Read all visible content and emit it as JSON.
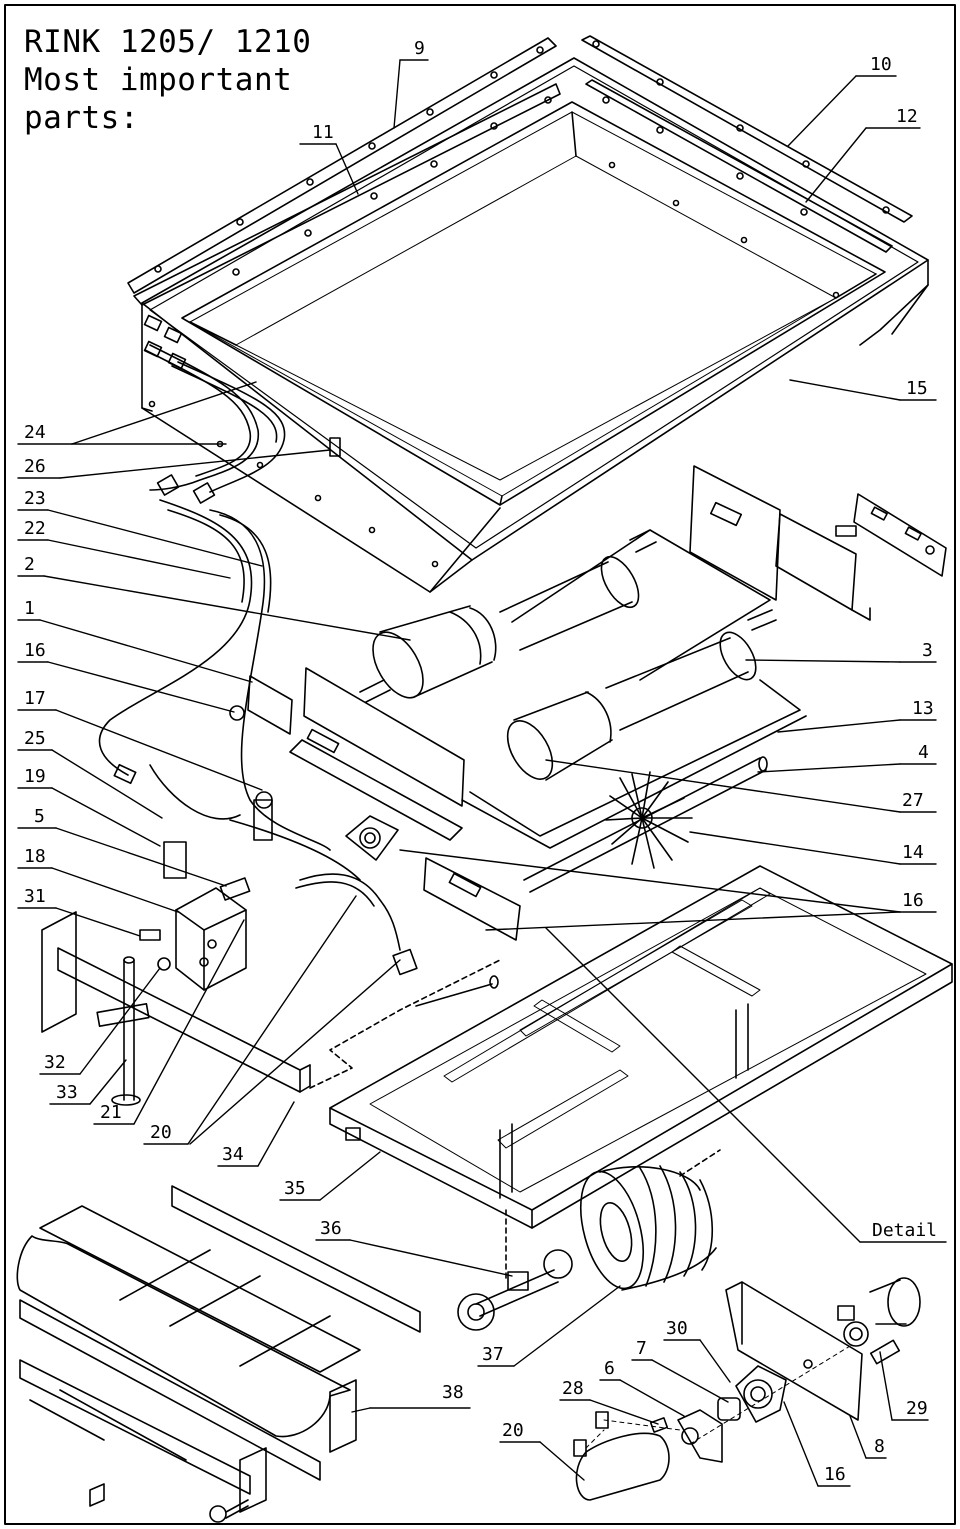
{
  "title": {
    "line1": "RINK 1205/ 1210",
    "line2": "Most important",
    "line3": "parts:"
  },
  "callouts": {
    "c9": "9",
    "c10": "10",
    "c11": "11",
    "c12": "12",
    "c15": "15",
    "c24": "24",
    "c26": "26",
    "c23": "23",
    "c22": "22",
    "c2": "2",
    "c1": "1",
    "c16a": "16",
    "c3": "3",
    "c17": "17",
    "c13": "13",
    "c25": "25",
    "c4": "4",
    "c19": "19",
    "c27": "27",
    "c5": "5",
    "c14": "14",
    "c18": "18",
    "c31": "31",
    "c16b": "16",
    "c32": "32",
    "c33": "33",
    "c21": "21",
    "c20a": "20",
    "c34": "34",
    "c35": "35",
    "c36": "36",
    "c_detail": "Detail",
    "c37": "37",
    "c30": "30",
    "c7": "7",
    "c6": "6",
    "c28": "28",
    "c38": "38",
    "c29": "29",
    "c20b": "20",
    "c8": "8",
    "c16c": "16"
  }
}
